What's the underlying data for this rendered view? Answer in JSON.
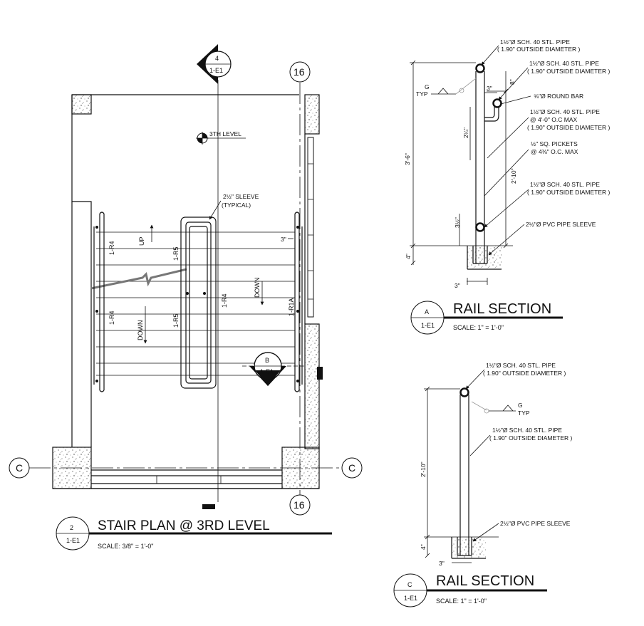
{
  "grid": {
    "top_4": "4",
    "top_4_sheet": "1-E1",
    "grid_16_top": "16",
    "grid_16_bottom": "16",
    "grid_c_left": "C",
    "grid_c_right": "C"
  },
  "plan": {
    "level_tag": "3TH LEVEL",
    "sleeve_note_1": "2½\" SLEEVE",
    "sleeve_note_2": "(TYPICAL)",
    "dim_3": "3\"",
    "rail_tags": [
      "1-R4",
      "1-R5",
      "1-R4",
      "1-R5",
      "1-R4",
      "1-R1A"
    ],
    "up": "UP",
    "down_right": "DOWN",
    "down_left": "DOWN",
    "section_b_letter": "B",
    "section_b_sheet": "1-E1",
    "title_num": "2",
    "title_sheet": "1-E1",
    "title": "STAIR PLAN @ 3RD LEVEL",
    "scale": "SCALE: 3/8\" = 1'-0\""
  },
  "section_a": {
    "note_top_1": "1½\"Ø SCH. 40 STL. PIPE",
    "note_top_2": "( 1.90\" OUTSIDE DIAMETER )",
    "note_2_1": "1½\"Ø SCH. 40 STL. PIPE",
    "note_2_2": "( 1.90\" OUTSIDE DIAMETER )",
    "note_bar": "⅝\"Ø ROUND BAR",
    "note_3_1": "1½\"Ø SCH. 40 STL. PIPE",
    "note_3_2": "@ 4'-0\" O.C MAX",
    "note_3_3": "( 1.90\" OUTSIDE DIAMETER )",
    "note_pick_1": "½\" SQ. PICKETS",
    "note_pick_2": "@ 4⅜\" O.C. MAX",
    "note_4_1": "1½\"Ø SCH. 40 STL. PIPE",
    "note_4_2": "( 1.90\" OUTSIDE DIAMETER )",
    "note_sleeve": "2½\"Ø PVC PIPE SLEEVE",
    "weld_g": "G",
    "weld_typ": "TYP",
    "dim_3_6": "3'-6\"",
    "dim_2_10": "2'-10\"",
    "dim_2_1_4": "2¼\"",
    "dim_3_1_2": "3½\"",
    "dim_3_top": "3\"",
    "dim_8": "8\"",
    "dim_4": "4\"",
    "dim_3_bottom": "3\"",
    "letter": "A",
    "sheet": "1-E1",
    "title": "RAIL SECTION",
    "scale": "SCALE: 1\" = 1'-0\""
  },
  "section_c": {
    "note_top_1": "1½\"Ø SCH. 40 STL. PIPE",
    "note_top_2": "( 1.90\" OUTSIDE DIAMETER )",
    "note_2_1": "1½\"Ø SCH. 40 STL. PIPE",
    "note_2_2": "( 1.90\" OUTSIDE DIAMETER )",
    "note_sleeve": "2½\"Ø PVC PIPE SLEEVE",
    "weld_g": "G",
    "weld_typ": "TYP",
    "dim_2_10": "2'-10\"",
    "dim_4": "4\"",
    "dim_3": "3\"",
    "letter": "C",
    "sheet": "1-E1",
    "title": "RAIL SECTION",
    "scale": "SCALE: 1\" = 1'-0\""
  }
}
